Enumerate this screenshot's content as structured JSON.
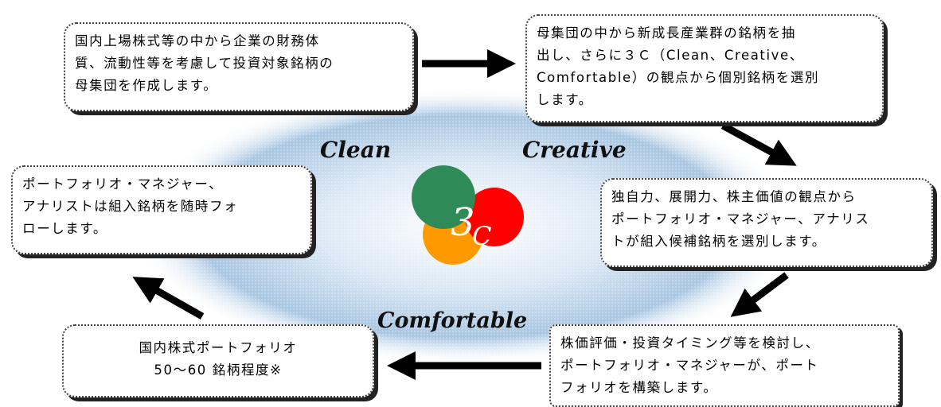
{
  "header_fragment": "",
  "boxes": {
    "universe": {
      "lines": [
        "国内上場株式等の中から企業の財務体",
        "質、流動性等を考慮して投資対象銘柄の",
        "母集団を作成します。"
      ]
    },
    "screening": {
      "lines": [
        "母集団の中から新成長産業群の銘柄を抽",
        "出し、さらに３Ｃ（Clean、Creative、",
        "Comfortable）の観点から個別銘柄を選別",
        "します。"
      ]
    },
    "candidates": {
      "lines": [
        "独自力、展開力、株主価値の観点から",
        "ポートフォリオ・マネジャー、アナリス",
        "トが組入候補銘柄を選別します。"
      ]
    },
    "construction": {
      "lines": [
        "株価評価・投資タイミング等を検討し、",
        "ポートフォリオ・マネジャーが、ポート",
        "フォリオを構築します。"
      ]
    },
    "portfolio": {
      "lines": [
        "国内株式ポートフォリオ",
        "50～60 銘柄程度※"
      ]
    },
    "monitoring": {
      "lines": [
        "ポートフォリオ・マネジャー、",
        "アナリストは組入銘柄を随時フォ",
        "ローします。"
      ]
    }
  },
  "keywords": {
    "clean": "Clean",
    "creative": "Creative",
    "comfortable": "Comfortable"
  },
  "logo": {
    "number": "3",
    "letter": "C",
    "colors": {
      "green": "#2e8b57",
      "red": "#ff0000",
      "orange": "#ff9900"
    }
  }
}
